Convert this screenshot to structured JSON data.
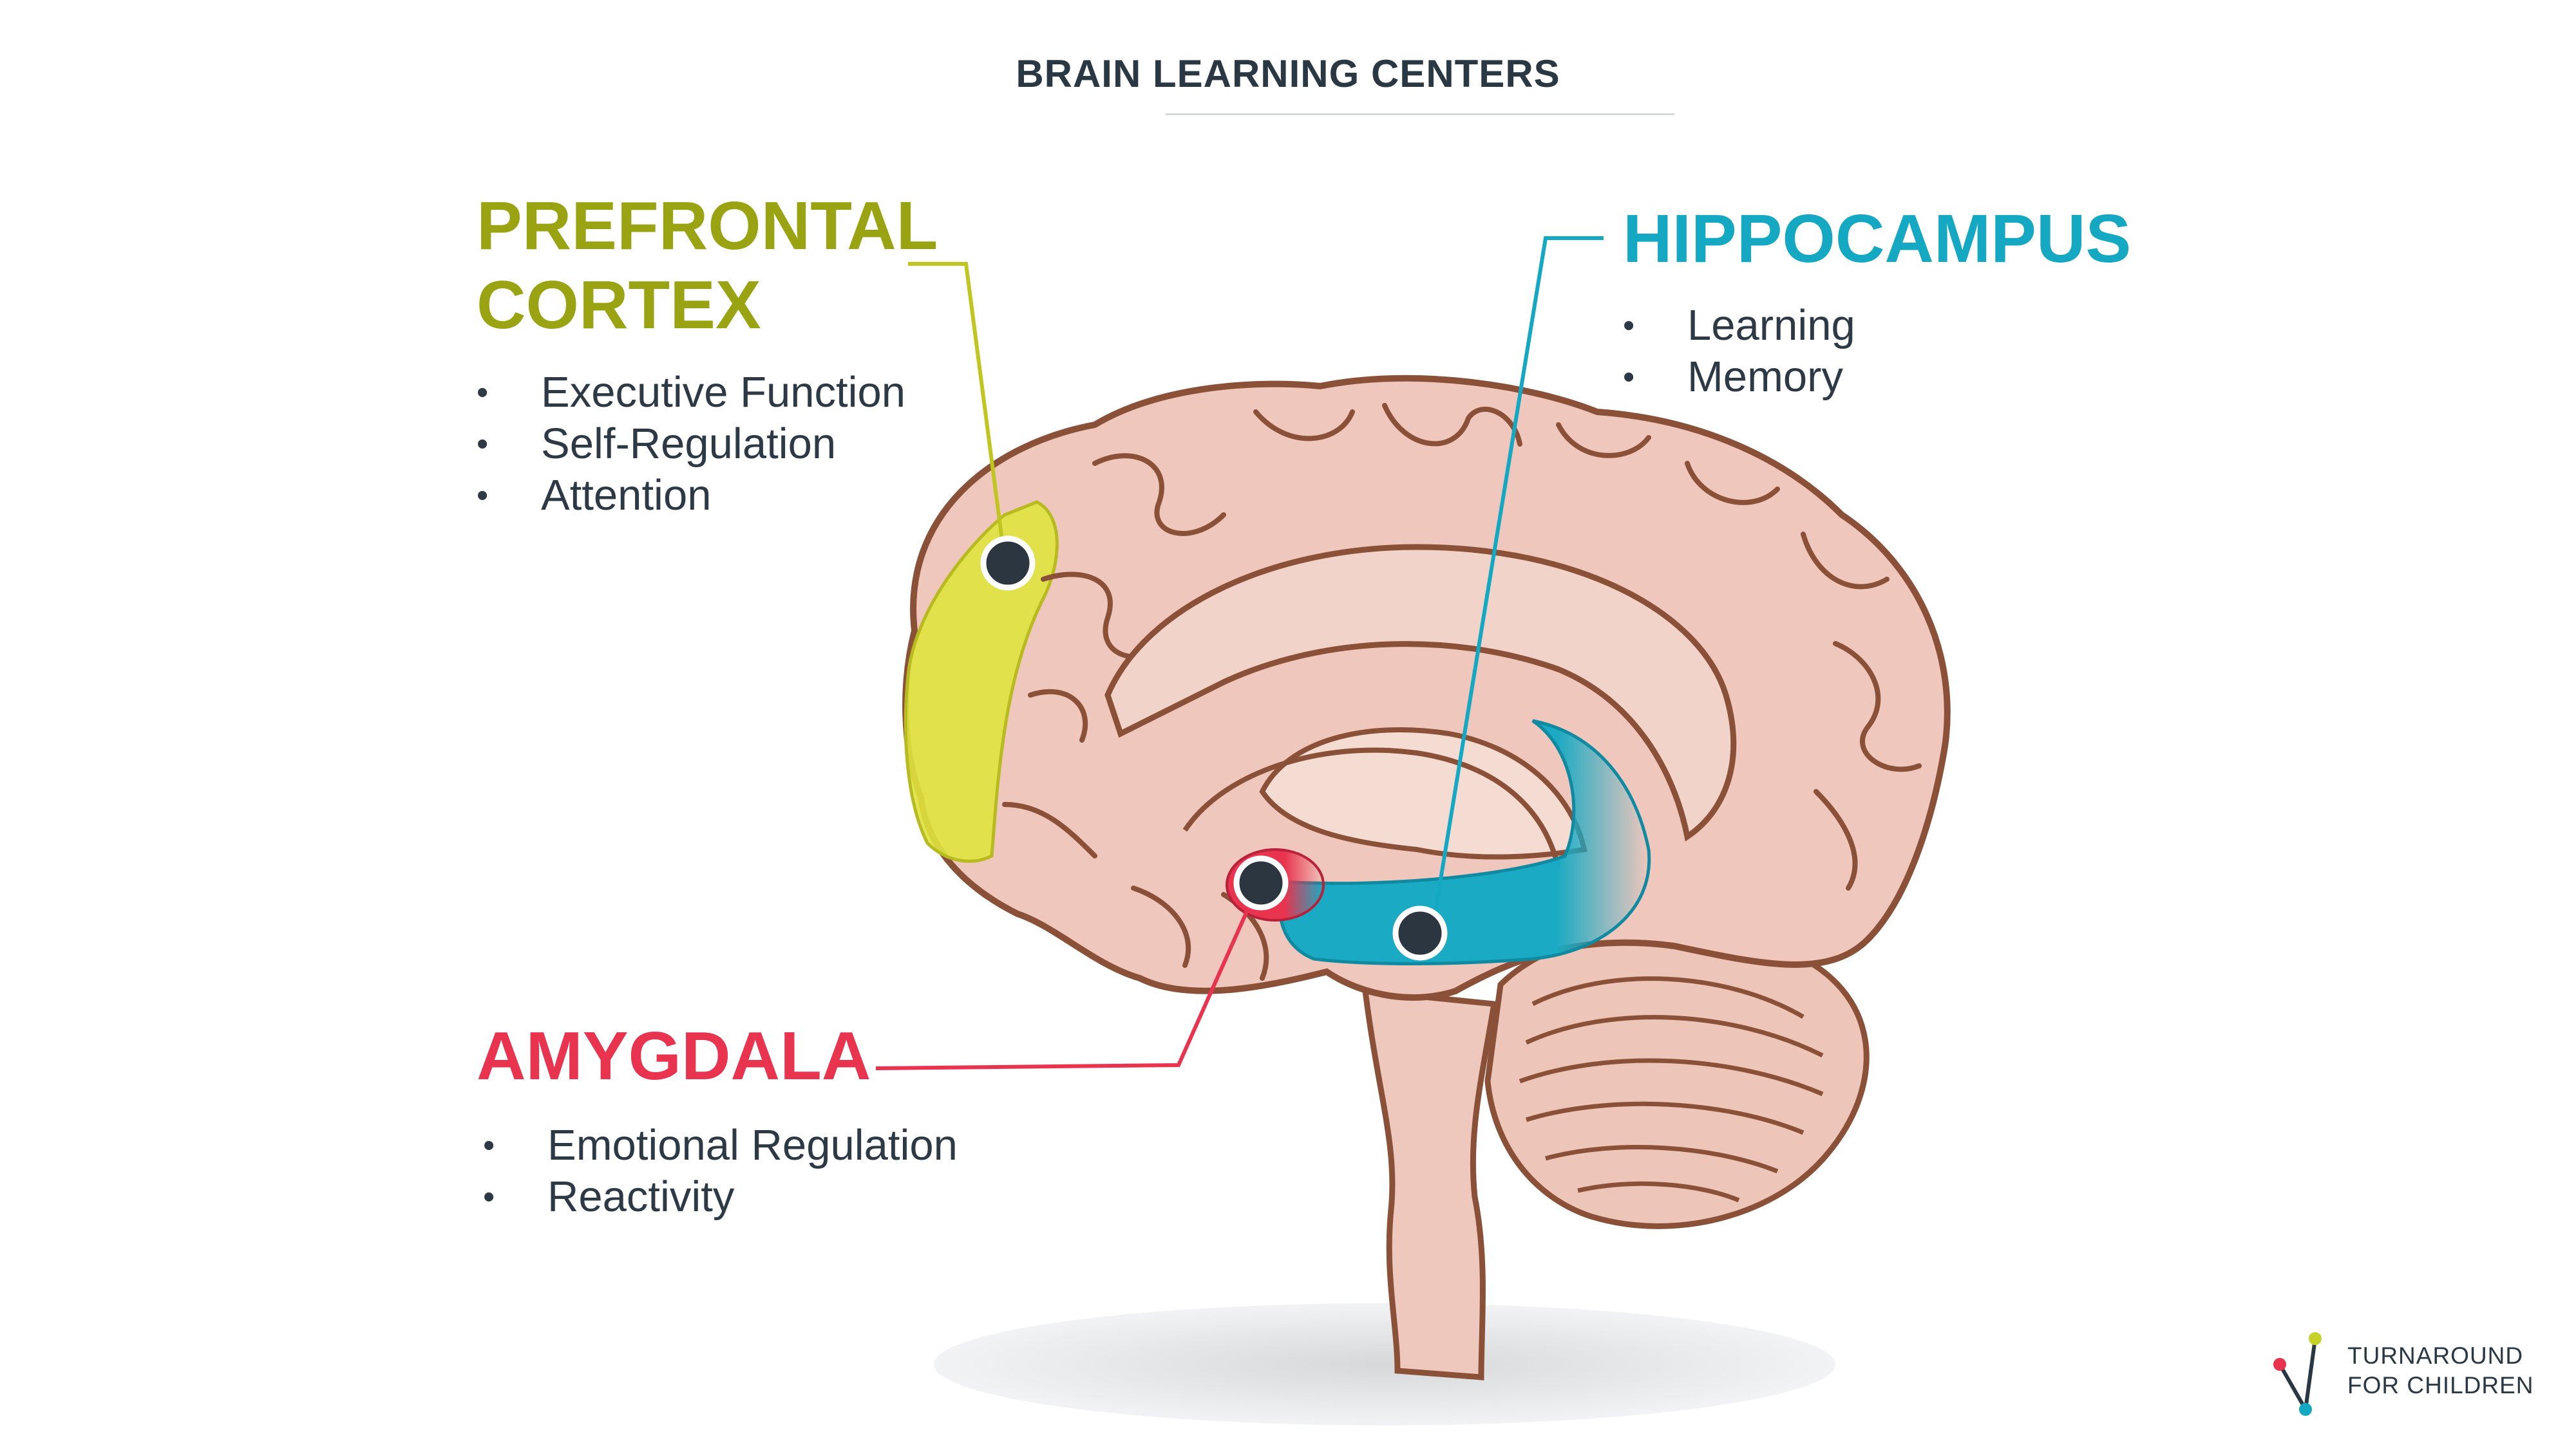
{
  "title": "BRAIN LEARNING CENTERS",
  "regions": {
    "prefrontal": {
      "title": "PREFRONTAL CORTEX",
      "color": "#9aa412",
      "highlight": "#dfe33e",
      "items": [
        "Executive Function",
        "Self-Regulation",
        "Attention"
      ]
    },
    "hippocampus": {
      "title": "HIPPOCAMPUS",
      "color": "#14a8c2",
      "highlight": "#1aaac4",
      "items": [
        "Learning",
        "Memory"
      ]
    },
    "amygdala": {
      "title": "AMYGDALA",
      "color": "#e8344f",
      "highlight": "#e8344f",
      "items": [
        "Emotional Regulation",
        "Reactivity"
      ]
    }
  },
  "logo": {
    "line1": "TURNAROUND",
    "line2": "FOR CHILDREN"
  }
}
